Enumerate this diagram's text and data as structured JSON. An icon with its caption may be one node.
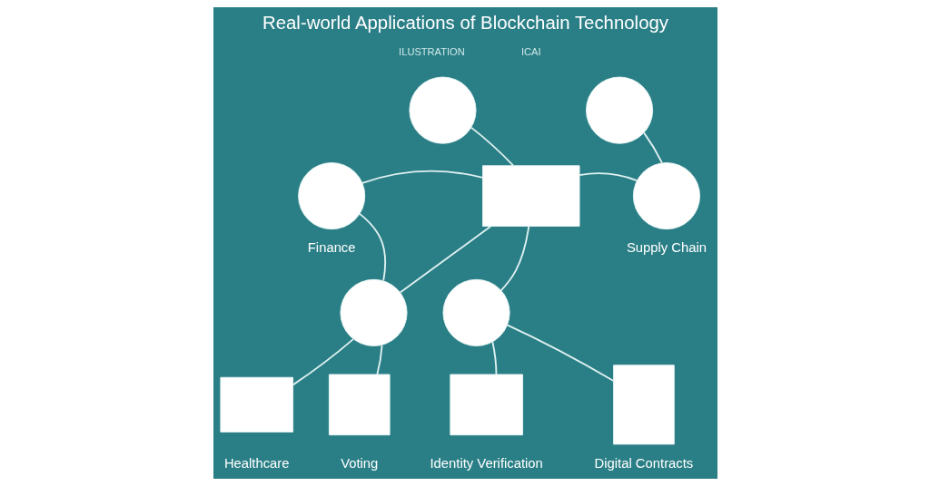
{
  "diagram": {
    "title": "Real-world Applications of Blockchain Technology",
    "nodes": [
      {
        "text": [],
        "shape": "circle"
      },
      {
        "text": [],
        "shape": "circle"
      },
      {
        "text": [],
        "shape": "circle",
        "beside": [
          "Finance"
        ]
      },
      {
        "text": [],
        "shape": "box"
      },
      {
        "text": [],
        "shape": "circle",
        "beside": [
          "Supply Chain"
        ]
      },
      {
        "text": [],
        "shape": "circle"
      },
      {
        "text": [],
        "shape": "circle"
      },
      {
        "text": [],
        "shape": "box",
        "beside": [
          "Healthcare"
        ]
      },
      {
        "text": [],
        "shape": "box",
        "beside": [
          "Voting"
        ]
      },
      {
        "text": [],
        "shape": "box",
        "beside": [
          "Identity Verification"
        ]
      },
      {
        "text": [],
        "shape": "box",
        "beside": [
          "Digital Contracts"
        ]
      }
    ],
    "edges": [
      {
        "from": 2,
        "to": 3,
        "arrow": "none"
      },
      {
        "from": 3,
        "to": 4,
        "arrow": "none"
      },
      {
        "from": 0,
        "to": 3,
        "arrow": "none"
      },
      {
        "from": 1,
        "to": 4,
        "arrow": "none"
      },
      {
        "from": 5,
        "to": 2,
        "arrow": "none"
      },
      {
        "from": 5,
        "to": 3,
        "arrow": "none"
      },
      {
        "from": 5,
        "to": 7,
        "arrow": "none"
      },
      {
        "from": 5,
        "to": 8,
        "arrow": "none"
      },
      {
        "from": 6,
        "to": 3,
        "arrow": "none"
      },
      {
        "from": 6,
        "to": 9,
        "arrow": "none"
      },
      {
        "from": 6,
        "to": 10,
        "arrow": "none"
      }
    ],
    "labels": [
      "ILUSTRATION",
      "ICAI"
    ]
  }
}
